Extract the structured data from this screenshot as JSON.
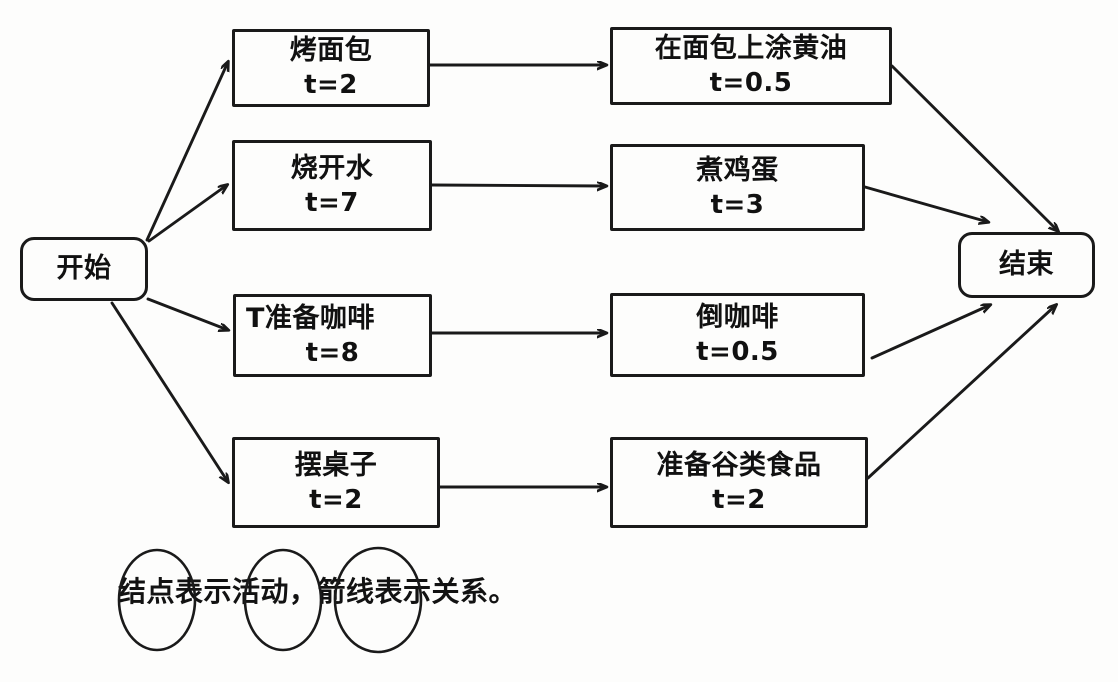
{
  "diagram": {
    "type": "activity-on-node-network",
    "caption": "结点表示活动，箭线表示关系。",
    "start_node": {
      "label": "开始"
    },
    "end_node": {
      "label": "结束"
    },
    "tasks": [
      {
        "id": "toast-bread",
        "title": "烤面包",
        "duration": "t=2",
        "column": 1,
        "row": 1
      },
      {
        "id": "butter-bread",
        "title": "在面包上涂黄油",
        "duration": "t=0.5",
        "column": 2,
        "row": 1
      },
      {
        "id": "boil-water",
        "title": "烧开水",
        "duration": "t=7",
        "column": 1,
        "row": 2
      },
      {
        "id": "boil-egg",
        "title": "煮鸡蛋",
        "duration": "t=3",
        "column": 2,
        "row": 2
      },
      {
        "id": "prep-coffee",
        "title": "T准备咖啡",
        "duration": "t=8",
        "column": 1,
        "row": 3
      },
      {
        "id": "pour-coffee",
        "title": "倒咖啡",
        "duration": "t=0.5",
        "column": 2,
        "row": 3
      },
      {
        "id": "set-table",
        "title": "摆桌子",
        "duration": "t=2",
        "column": 1,
        "row": 4
      },
      {
        "id": "prep-cereal",
        "title": "准备谷类食品",
        "duration": "t=2",
        "column": 2,
        "row": 4
      }
    ],
    "edges": [
      {
        "from": "开始",
        "to": "烤面包"
      },
      {
        "from": "开始",
        "to": "烧开水"
      },
      {
        "from": "开始",
        "to": "T准备咖啡"
      },
      {
        "from": "开始",
        "to": "摆桌子"
      },
      {
        "from": "烤面包",
        "to": "在面包上涂黄油"
      },
      {
        "from": "烧开水",
        "to": "煮鸡蛋"
      },
      {
        "from": "T准备咖啡",
        "to": "倒咖啡"
      },
      {
        "from": "摆桌子",
        "to": "准备谷类食品"
      },
      {
        "from": "在面包上涂黄油",
        "to": "结束"
      },
      {
        "from": "煮鸡蛋",
        "to": "结束"
      },
      {
        "from": "倒咖啡",
        "to": "结束"
      },
      {
        "from": "准备谷类食品",
        "to": "结束"
      }
    ],
    "annotations": {
      "circled_terms": [
        "结点",
        "活动",
        "箭线"
      ]
    },
    "colors": {
      "stroke": "#1a1a1a",
      "text": "#111111",
      "background": "#fdfdfc"
    }
  }
}
